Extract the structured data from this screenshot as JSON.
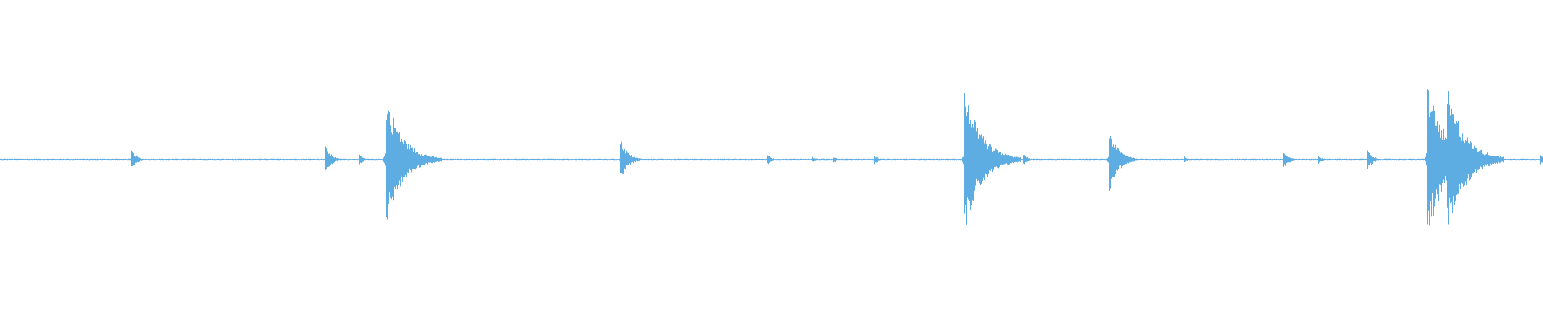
{
  "waveform": {
    "color": "#5dade2",
    "baseline_amplitude": 0.012,
    "peaks": [
      {
        "time": 0.085,
        "amplitude": 0.12
      },
      {
        "time": 0.211,
        "amplitude": 0.16
      },
      {
        "time": 0.233,
        "amplitude": 0.06
      },
      {
        "time": 0.25,
        "amplitude": 0.78
      },
      {
        "time": 0.268,
        "amplitude": 0.12
      },
      {
        "time": 0.402,
        "amplitude": 0.24
      },
      {
        "time": 0.497,
        "amplitude": 0.07
      },
      {
        "time": 0.526,
        "amplitude": 0.04
      },
      {
        "time": 0.54,
        "amplitude": 0.04
      },
      {
        "time": 0.566,
        "amplitude": 0.06
      },
      {
        "time": 0.625,
        "amplitude": 0.82
      },
      {
        "time": 0.663,
        "amplitude": 0.07
      },
      {
        "time": 0.719,
        "amplitude": 0.36
      },
      {
        "time": 0.767,
        "amplitude": 0.04
      },
      {
        "time": 0.831,
        "amplitude": 0.12
      },
      {
        "time": 0.854,
        "amplitude": 0.05
      },
      {
        "time": 0.886,
        "amplitude": 0.12
      },
      {
        "time": 0.925,
        "amplitude": 0.88
      },
      {
        "time": 0.938,
        "amplitude": 0.85
      },
      {
        "time": 0.962,
        "amplitude": 0.06
      },
      {
        "time": 0.998,
        "amplitude": 0.07
      }
    ]
  }
}
